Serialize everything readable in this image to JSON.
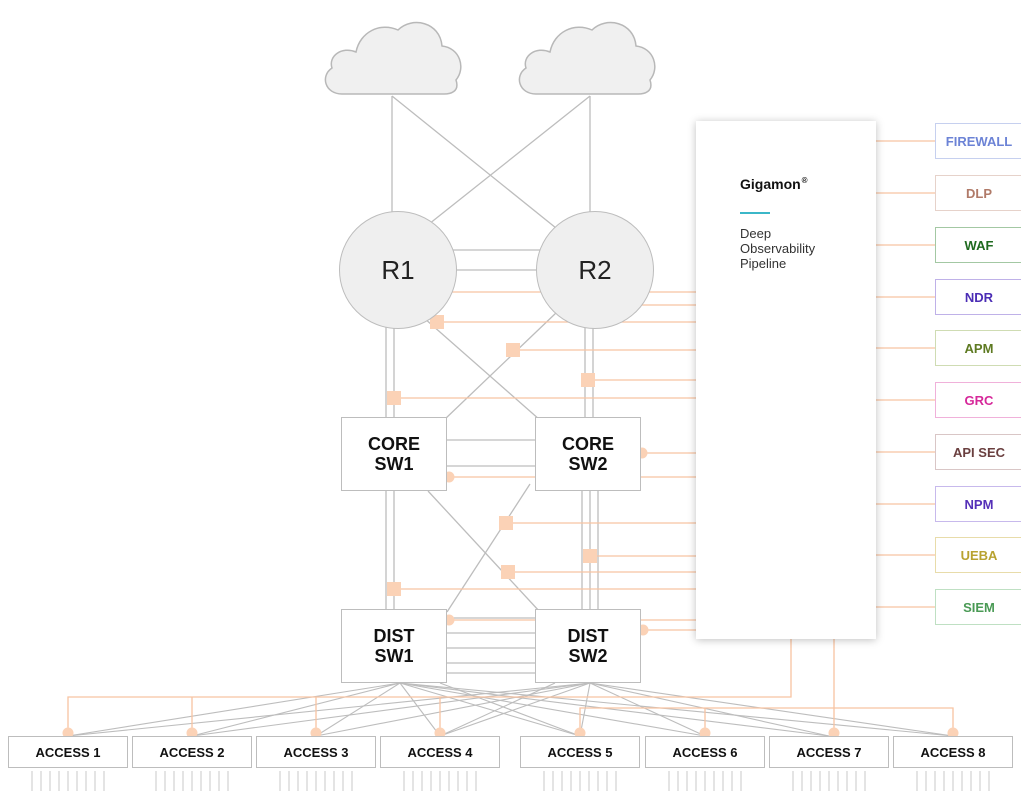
{
  "routers": [
    "R1",
    "R2"
  ],
  "core_switches": [
    {
      "line1": "CORE",
      "line2": "SW1"
    },
    {
      "line1": "CORE",
      "line2": "SW2"
    }
  ],
  "dist_switches": [
    {
      "line1": "DIST",
      "line2": "SW1"
    },
    {
      "line1": "DIST",
      "line2": "SW2"
    }
  ],
  "access_switches": [
    "ACCESS 1",
    "ACCESS 2",
    "ACCESS 3",
    "ACCESS 4",
    "ACCESS 5",
    "ACCESS 6",
    "ACCESS 7",
    "ACCESS 8"
  ],
  "pipeline": {
    "brand": "Gigamon",
    "brand_mark": "®",
    "description": "Deep Observability Pipeline"
  },
  "tools": [
    {
      "label": "FIREWALL",
      "color": "#6c83d6",
      "border": "#c6d0ef"
    },
    {
      "label": "DLP",
      "color": "#b07a68",
      "border": "#e6d2ca"
    },
    {
      "label": "WAF",
      "color": "#1f6a1f",
      "border": "#a3c8a3"
    },
    {
      "label": "NDR",
      "color": "#4b2db5",
      "border": "#bfb1e8"
    },
    {
      "label": "APM",
      "color": "#5e7a22",
      "border": "#cfdcb3"
    },
    {
      "label": "GRC",
      "color": "#d6289a",
      "border": "#f0b1da"
    },
    {
      "label": "API SEC",
      "color": "#6a3f3f",
      "border": "#d9c6c6"
    },
    {
      "label": "NPM",
      "color": "#5530b8",
      "border": "#c7b9ec"
    },
    {
      "label": "UEBA",
      "color": "#b8a230",
      "border": "#e8dcaa"
    },
    {
      "label": "SIEM",
      "color": "#4a9a55",
      "border": "#bfe0c3"
    }
  ],
  "colors": {
    "link": "#bdbdbd",
    "tap": "#fbd2b6",
    "tap_line": "#f8c4a2",
    "accent": "#3bb7c8"
  }
}
